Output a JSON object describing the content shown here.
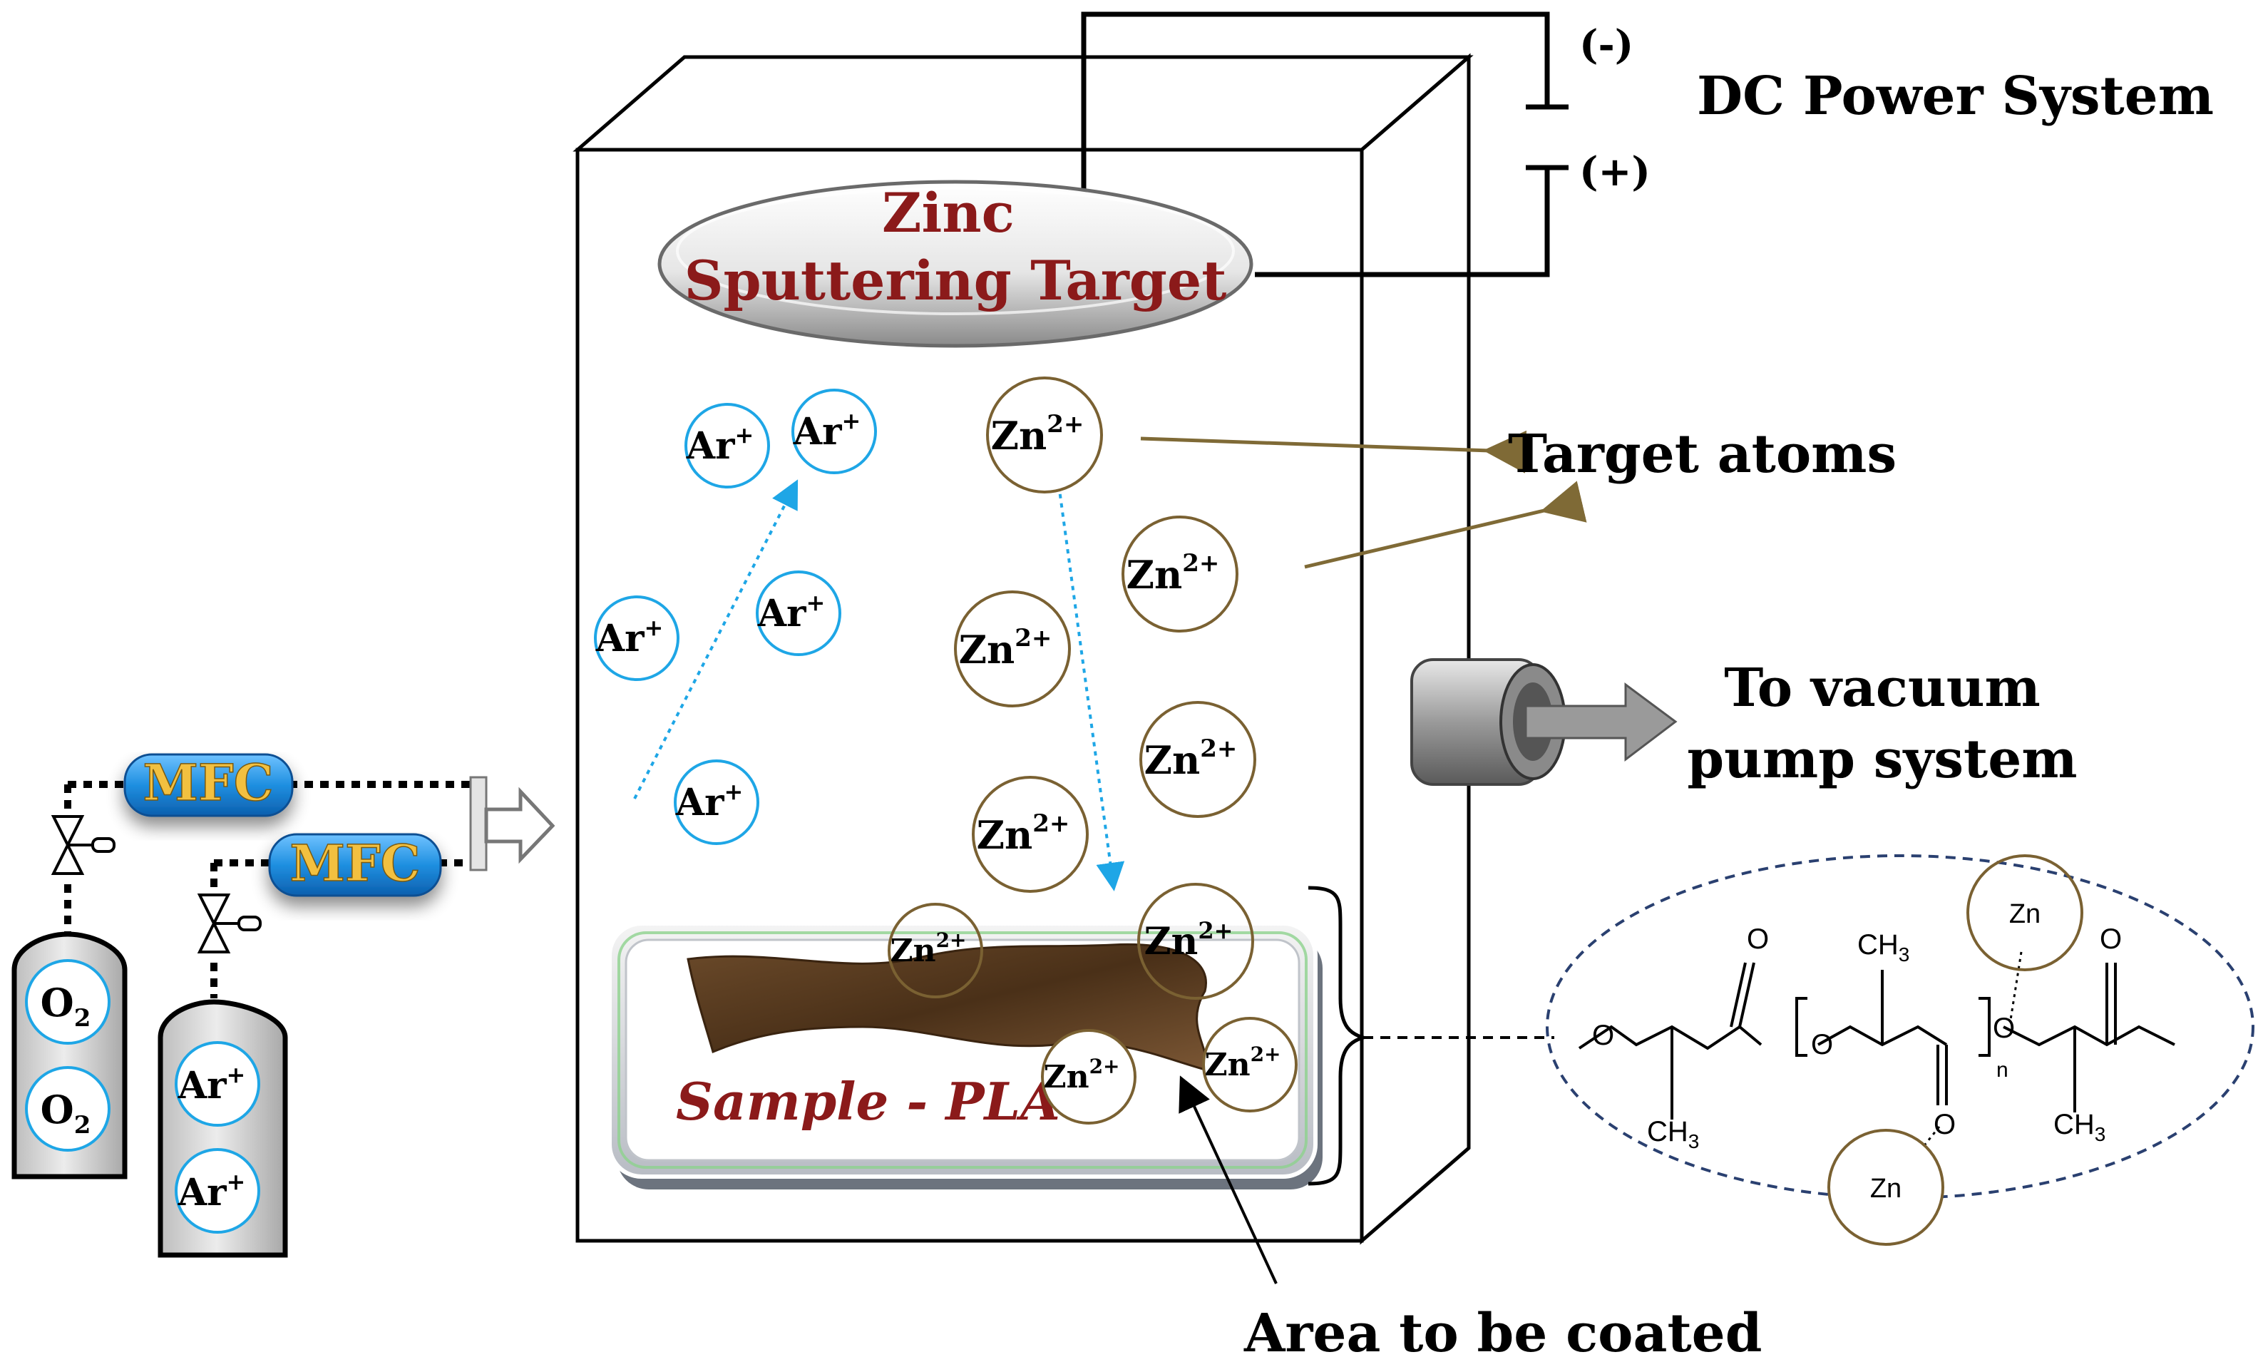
{
  "labels": {
    "minus": "(-)",
    "plus": "(+)",
    "dc_power": "DC Power System",
    "zinc": "Zinc",
    "sputtering_target": "Sputtering Target",
    "target_atoms": "Target atoms",
    "to_vacuum_line1": "To vacuum",
    "to_vacuum_line2": "pump system",
    "area_to_be_coated": "Area to be coated",
    "sample_pla": "Sample - PLA",
    "mfc": "MFC"
  },
  "ion_text": {
    "ar_base": "Ar",
    "ar_charge": "+",
    "zn_base": "Zn",
    "zn_charge": "2+",
    "o2_base": "O",
    "o2_sub": "2"
  },
  "structure_text": {
    "O": "O",
    "CH3": "CH",
    "CH3_sub": "3",
    "n": "n",
    "Zn": "Zn"
  },
  "colors": {
    "ar_ion": "#1ea6e6",
    "zn_ion": "#7a6132",
    "zinc_text": "#8b1a1a",
    "arrow_gold": "#7f6a36",
    "mfc_blue": "#1e90e0",
    "mfc_text": "#f2c040",
    "dashed_ellipse": "#2a4070",
    "sample_brown": "#5a3d22"
  }
}
